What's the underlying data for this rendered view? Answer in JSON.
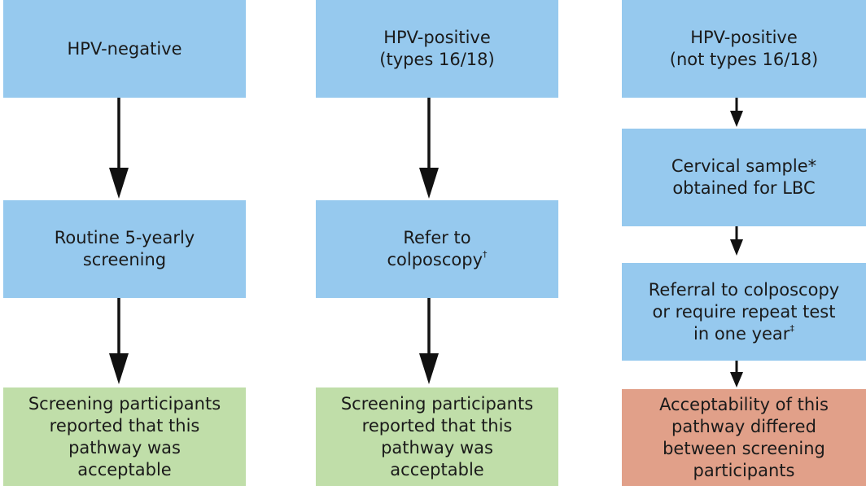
{
  "columns": [
    {
      "boxes": [
        {
          "lines": [
            "HPV-negative"
          ]
        },
        {
          "lines": [
            "Routine 5-yearly",
            "screening"
          ]
        },
        {
          "lines": [
            "Screening participants",
            "reported that this",
            "pathway was",
            "acceptable"
          ]
        }
      ]
    },
    {
      "boxes": [
        {
          "lines": [
            "HPV-positive",
            "(types 16/18)"
          ]
        },
        {
          "lines": [
            "Refer to",
            "colposcopy"
          ],
          "footnote": "†"
        },
        {
          "lines": [
            "Screening participants",
            "reported that this",
            "pathway was",
            "acceptable"
          ]
        }
      ]
    },
    {
      "boxes": [
        {
          "lines": [
            "HPV-positive",
            "(not types 16/18)"
          ]
        },
        {
          "lines": [
            "Cervical sample*",
            "obtained for LBC"
          ]
        },
        {
          "lines": [
            "Referral to colposcopy",
            "or require repeat test",
            "in one year"
          ],
          "footnote": "‡"
        },
        {
          "lines": [
            "Acceptability of this",
            "pathway differed",
            "between screening",
            "participants"
          ]
        }
      ]
    }
  ],
  "colors": {
    "process_box": "#96c9ee",
    "acceptable_outcome": "#c0dea9",
    "differed_outcome": "#e1a089",
    "arrow": "#111111"
  }
}
